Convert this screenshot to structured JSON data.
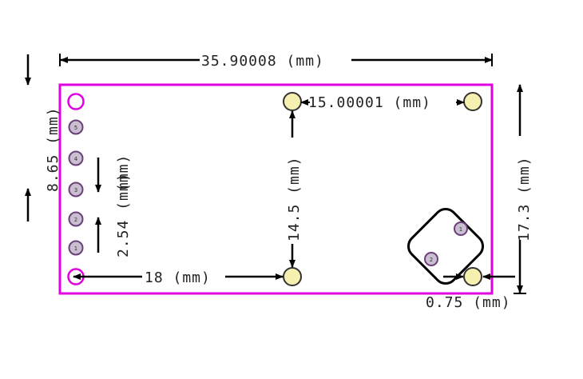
{
  "colors": {
    "outline": "#e000e0",
    "pad_fill": "#f5efb0",
    "pad_stroke": "#333333",
    "pin_fill": "#c9bfd0",
    "pin_stroke": "#6b3f78",
    "ink": "#000000"
  },
  "dimensions": {
    "overall_width": "35.90008 (mm)",
    "top_hole_spacing": "15.00001 (mm)",
    "left_offset": "8.65 (mm)",
    "pin_pitch": "2.54 (mm)",
    "vertical_hole_spacing": "14.5 (mm)",
    "horizontal_hole_spacing": "18 (mm)",
    "right_height": "17.3 (mm)",
    "hole_offset": "0.75 (mm)"
  },
  "header_pins": [
    "5",
    "4",
    "3",
    "2",
    "1"
  ],
  "sensor_pins": [
    "1",
    "2"
  ]
}
